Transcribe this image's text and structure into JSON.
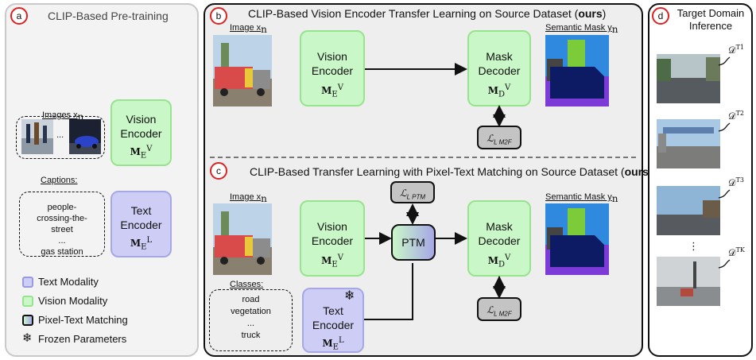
{
  "panel_a": {
    "badge": "a",
    "title": "CLIP-Based Pre-training",
    "images_label": "Images x",
    "images_sub": "n",
    "ellipsis": "...",
    "vision_encoder": "Vision Encoder",
    "captions_label": "Captions:",
    "captions": [
      "people-crossing-the-street",
      "...",
      "gas station"
    ],
    "text_encoder": "Text Encoder",
    "legend": [
      "Text Modality",
      "Vision Modality",
      "Pixel-Text Matching",
      "Frozen Parameters"
    ],
    "colors": {
      "text": "#cdcdf5",
      "vision": "#c9f7c7"
    }
  },
  "panel_b": {
    "badge": "b",
    "title_main": "CLIP-Based  Vision Encoder Transfer Learning on Source Dataset (",
    "title_bold": "ours",
    "title_end": ")",
    "image_label": "Image x",
    "image_sub": "n",
    "vision_encoder": "Vision Encoder",
    "mask_decoder": "Mask Decoder",
    "semantic_label": "Semantic Mask y",
    "semantic_sub": "n",
    "loss": "L M2F"
  },
  "panel_c": {
    "badge": "c",
    "title_main": "CLIP-Based Transfer Learning with Pixel-Text Matching on Source Dataset (",
    "title_bold": "ours",
    "title_end": ")",
    "image_label": "Image x",
    "image_sub": "n",
    "vision_encoder": "Vision Encoder",
    "ptm": "PTM",
    "loss_ptm": "L PTM",
    "mask_decoder": "Mask Decoder",
    "semantic_label": "Semantic Mask y",
    "semantic_sub": "n",
    "loss_m2f": "L M2F",
    "classes_label": "Classes:",
    "classes": [
      "road",
      "vegetation",
      "...",
      "truck"
    ],
    "text_encoder": "Text Encoder"
  },
  "panel_d": {
    "badge": "d",
    "title": "Target Domain Inference",
    "domains": [
      "T1",
      "T2",
      "T3",
      "TK"
    ],
    "ellipsis": "⋮"
  },
  "symbols": {
    "me_v": "M",
    "me_v_sup": "V",
    "me_v_sub": "E",
    "me_l_sup": "L",
    "md_v_sub": "D",
    "d_script": "𝒟"
  }
}
